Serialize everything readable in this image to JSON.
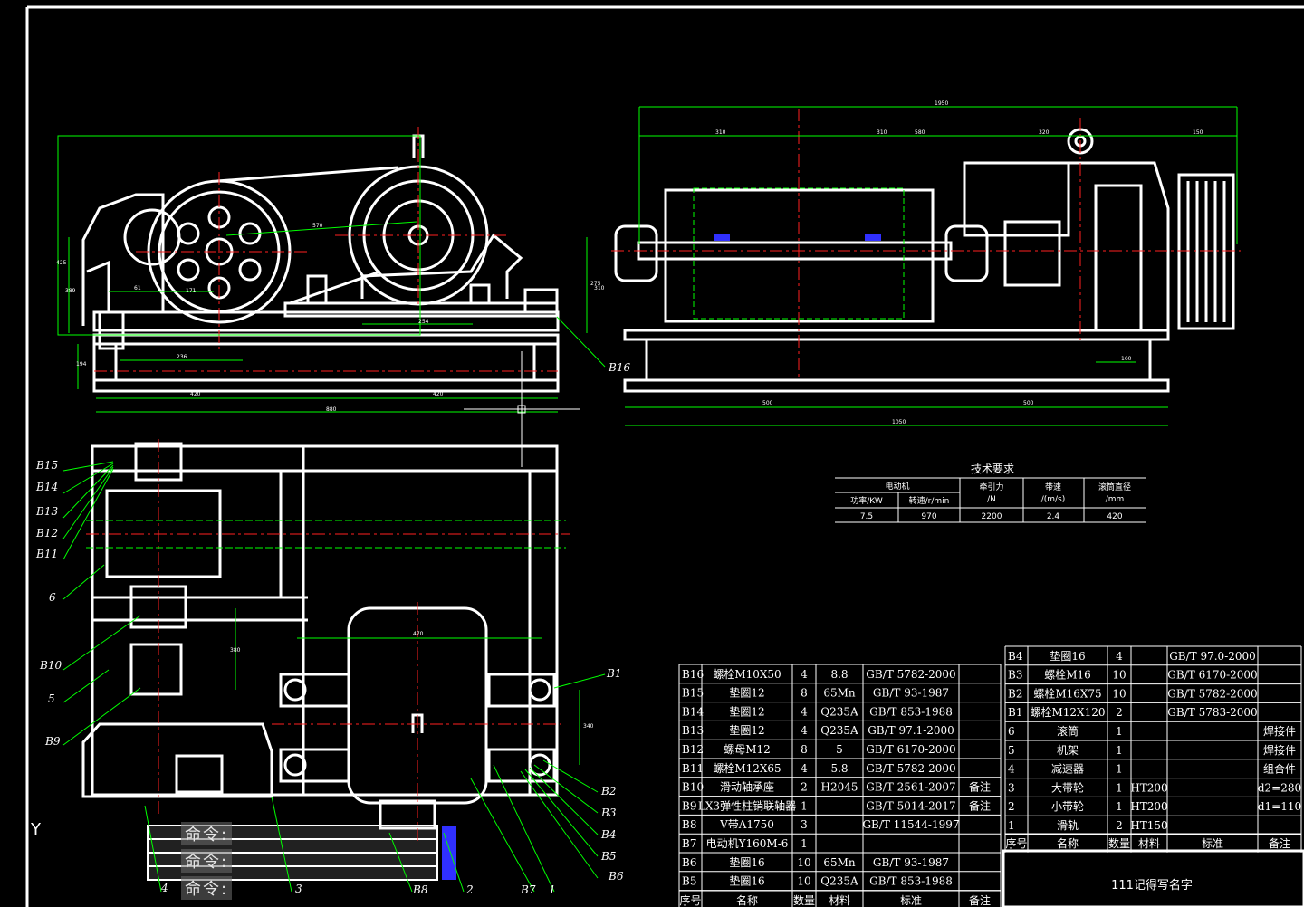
{
  "window": {
    "command_prompts": [
      "命令:",
      "命令:",
      "命令:"
    ],
    "ucs_axis_label": "Y"
  },
  "drawing": {
    "colors": {
      "background": "#000000",
      "outline": "#ffffff",
      "dimension": "#00ff00",
      "center_line": "#ff2020",
      "hidden_line": "#00ff00",
      "accent_blue": "#3030ff",
      "text": "#ffffff"
    },
    "dimension_values_front": [
      "570",
      "171",
      "61",
      "236",
      "254",
      "425",
      "389",
      "194",
      "275",
      "420",
      "420",
      "880",
      "310"
    ],
    "dimension_values_side": [
      "1950",
      "310",
      "310",
      "320",
      "150",
      "500",
      "500",
      "1050",
      "580",
      "160"
    ],
    "dimension_values_plan": [
      "470",
      "380",
      "340"
    ],
    "callouts_left": [
      "B15",
      "B14",
      "B13",
      "B12",
      "B11",
      "6",
      "B10",
      "5",
      "B9"
    ],
    "callouts_right": [
      "B16",
      "B1",
      "B2",
      "B3",
      "B4",
      "B5",
      "B6"
    ],
    "callouts_bottom": [
      "4",
      "3",
      "B8",
      "2",
      "B7",
      "1"
    ]
  },
  "tech_requirements": {
    "title": "技术要求",
    "group_header": "电动机",
    "headers": [
      "功率/KW",
      "转速/r/min",
      "牵引力\n/N",
      "带速\n/(m/s)",
      "滚筒直径\n/mm"
    ],
    "values": [
      "7.5",
      "970",
      "2200",
      "2.4",
      "420"
    ]
  },
  "bom_left": {
    "rows": [
      [
        "B16",
        "螺栓M10X50",
        "4",
        "8.8",
        "GB/T 5782-2000",
        ""
      ],
      [
        "B15",
        "垫圈12",
        "8",
        "65Mn",
        "GB/T 93-1987",
        ""
      ],
      [
        "B14",
        "垫圈12",
        "4",
        "Q235A",
        "GB/T 853-1988",
        ""
      ],
      [
        "B13",
        "垫圈12",
        "4",
        "Q235A",
        "GB/T 97.1-2000",
        ""
      ],
      [
        "B12",
        "螺母M12",
        "8",
        "5",
        "GB/T 6170-2000",
        ""
      ],
      [
        "B11",
        "螺栓M12X65",
        "4",
        "5.8",
        "GB/T 5782-2000",
        ""
      ],
      [
        "B10",
        "滑动轴承座",
        "2",
        "H2045",
        "GB/T 2561-2007",
        "备注"
      ],
      [
        "B9",
        "LX3弹性柱销联轴器",
        "1",
        "",
        "GB/T 5014-2017",
        "备注"
      ],
      [
        "B8",
        "V带A1750",
        "3",
        "",
        "GB/T 11544-1997",
        ""
      ],
      [
        "B7",
        "电动机Y160M-6",
        "1",
        "",
        "",
        ""
      ],
      [
        "B6",
        "垫圈16",
        "10",
        "65Mn",
        "GB/T 93-1987",
        ""
      ],
      [
        "B5",
        "垫圈16",
        "10",
        "Q235A",
        "GB/T 853-1988",
        ""
      ]
    ],
    "footer": [
      "序号",
      "名称",
      "数量",
      "材料",
      "标准",
      "备注"
    ]
  },
  "bom_right": {
    "rows": [
      [
        "B4",
        "垫圈16",
        "4",
        "",
        "GB/T 97.0-2000",
        ""
      ],
      [
        "B3",
        "螺栓M16",
        "10",
        "",
        "GB/T 6170-2000",
        ""
      ],
      [
        "B2",
        "螺栓M16X75",
        "10",
        "",
        "GB/T 5782-2000",
        ""
      ],
      [
        "B1",
        "螺栓M12X120",
        "2",
        "",
        "GB/T 5783-2000",
        ""
      ],
      [
        "6",
        "滚筒",
        "1",
        "",
        "",
        "焊接件"
      ],
      [
        "5",
        "机架",
        "1",
        "",
        "",
        "焊接件"
      ],
      [
        "4",
        "减速器",
        "1",
        "",
        "",
        "组合件"
      ],
      [
        "3",
        "大带轮",
        "1",
        "HT200",
        "",
        "d2=280"
      ],
      [
        "2",
        "小带轮",
        "1",
        "HT200",
        "",
        "d1=110"
      ],
      [
        "1",
        "滑轨",
        "2",
        "HT150",
        "",
        ""
      ]
    ],
    "footer": [
      "序号",
      "名称",
      "数量",
      "材料",
      "标准",
      "备注"
    ]
  },
  "title_block": {
    "caption": "111记得写名字"
  }
}
